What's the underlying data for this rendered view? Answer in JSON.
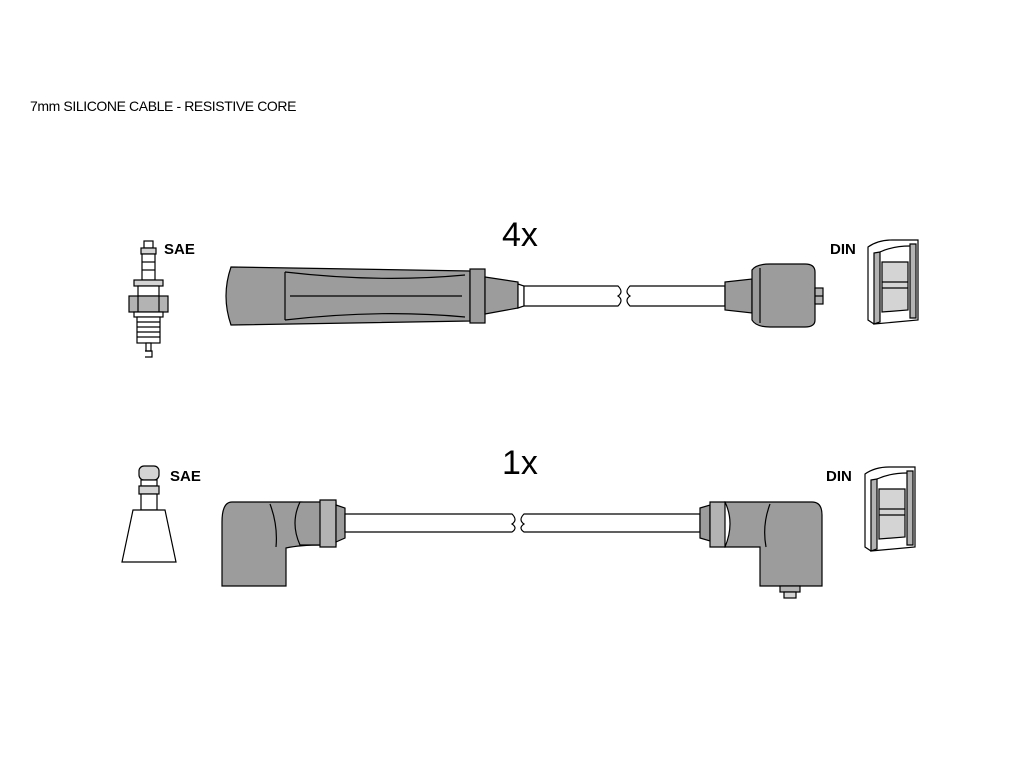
{
  "diagram": {
    "title": "7mm SILICONE CABLE - RESISTIVE CORE",
    "leads": [
      {
        "quantity": "4x",
        "plug_end_label": "SAE",
        "coil_end_label": "DIN",
        "plug_boot": "straight",
        "coil_boot": "straight"
      },
      {
        "quantity": "1x",
        "plug_end_label": "SAE",
        "coil_end_label": "DIN",
        "plug_boot": "angled",
        "coil_boot": "angled"
      }
    ]
  },
  "colors": {
    "boot_fill": "#9c9c9c",
    "background": "#ffffff",
    "outline": "#000000"
  }
}
